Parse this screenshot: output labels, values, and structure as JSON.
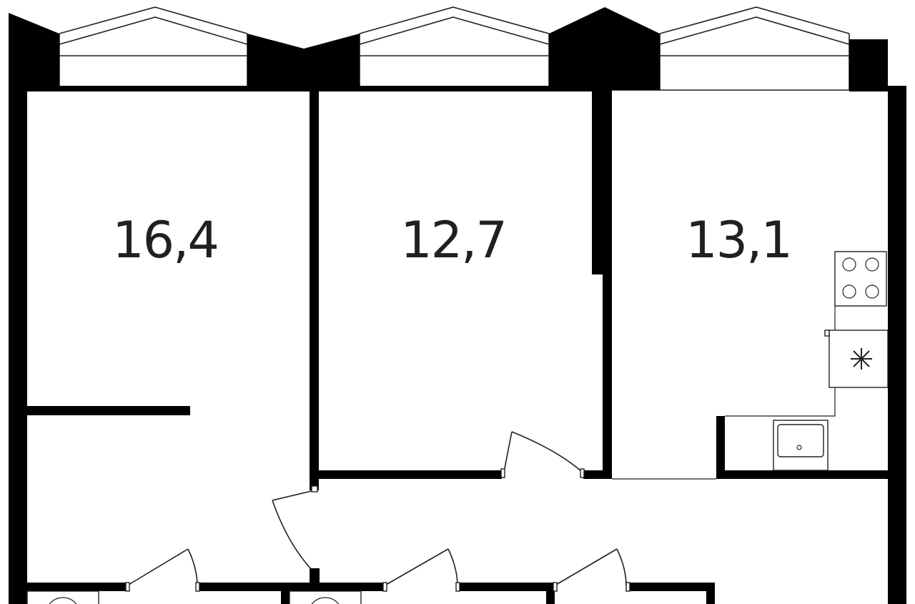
{
  "rooms": [
    {
      "id": "room-left",
      "area": "16,4"
    },
    {
      "id": "room-middle",
      "area": "12,7"
    },
    {
      "id": "room-kitchen",
      "area": "13,1"
    }
  ],
  "icons": {
    "stove": "stove-icon",
    "fridge": "snowflake-icon",
    "sink": "sink-icon"
  },
  "colors": {
    "wall": "#000000",
    "line": "#231f20",
    "background": "#ffffff"
  }
}
